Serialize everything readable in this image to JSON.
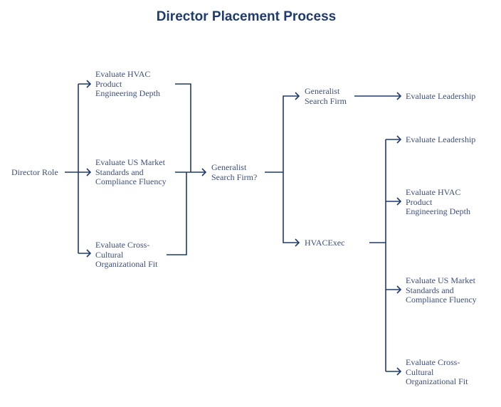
{
  "title": "Director Placement Process",
  "colors": {
    "line": "#1f3a6e",
    "text": "#3b4e7c",
    "title": "#1f3a6e"
  },
  "nodes": {
    "root": "Director Role",
    "eval_hvac_1": "Evaluate HVAC\nProduct\nEngineering Depth",
    "eval_us_1": "Evaluate US Market\nStandards and\nCompliance Fluency",
    "eval_cross_1": "Evaluate Cross-\nCultural\nOrganizational Fit",
    "decision": "Generalist\nSearch Firm?",
    "generalist": "Generalist\nSearch Firm",
    "gen_leadership": "Evaluate Leadership",
    "hvacexec": "HVACExec",
    "hx_leadership": "Evaluate Leadership",
    "hx_hvac": "Evaluate HVAC\nProduct\nEngineering Depth",
    "hx_us": "Evaluate US Market\nStandards and\nCompliance Fluency",
    "hx_cross": "Evaluate Cross-\nCultural\nOrganizational Fit"
  },
  "edges": [
    [
      "root",
      "eval_hvac_1"
    ],
    [
      "root",
      "eval_us_1"
    ],
    [
      "root",
      "eval_cross_1"
    ],
    [
      "eval_hvac_1",
      "decision"
    ],
    [
      "eval_us_1",
      "decision"
    ],
    [
      "eval_cross_1",
      "decision"
    ],
    [
      "decision",
      "generalist"
    ],
    [
      "decision",
      "hvacexec"
    ],
    [
      "generalist",
      "gen_leadership"
    ],
    [
      "hvacexec",
      "hx_leadership"
    ],
    [
      "hvacexec",
      "hx_hvac"
    ],
    [
      "hvacexec",
      "hx_us"
    ],
    [
      "hvacexec",
      "hx_cross"
    ]
  ]
}
